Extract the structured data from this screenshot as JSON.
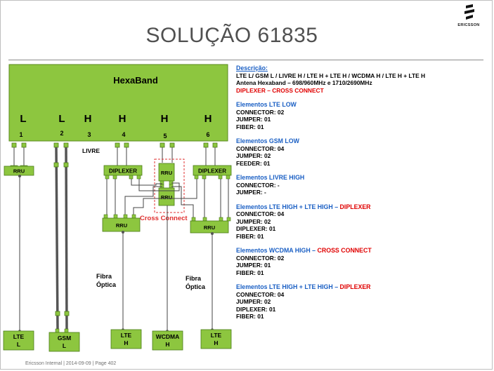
{
  "slide": {
    "title": "SOLUÇÃO 61835",
    "brand": "ERICSSON",
    "footer": "Ericsson Internal  |  2014-09-09  |  Page 402"
  },
  "diagram": {
    "antenna_label": "HexaBand",
    "ports": [
      {
        "band": "L",
        "num": "1"
      },
      {
        "band": "L",
        "num": "2"
      },
      {
        "band": "H",
        "num": "3"
      },
      {
        "band": "H",
        "num": "4"
      },
      {
        "band": "H",
        "num": "5"
      },
      {
        "band": "H",
        "num": "6"
      }
    ],
    "livre": "LIVRE",
    "rru": "RRU",
    "diplexer": "DIPLEXER",
    "cross_connect": "Cross Connect",
    "fiber_label_line1": "Fibra",
    "fiber_label_line2": "Óptica",
    "endpoints": [
      {
        "line1": "LTE",
        "line2": "L"
      },
      {
        "line1": "GSM",
        "line2": "L"
      },
      {
        "line1": "LTE",
        "line2": "H"
      },
      {
        "line1": "WCDMA",
        "line2": "H"
      },
      {
        "line1": "LTE",
        "line2": "H"
      }
    ],
    "colors": {
      "box_fill": "#8dc63f",
      "box_stroke": "#5a8a1e",
      "dashed": "#e03030"
    }
  },
  "panel": {
    "description": {
      "heading": "Descrição:",
      "line1": "LTE L/ GSM L / LIVRE H / LTE H + LTE H / WCDMA H / LTE H + LTE H",
      "line2": "Antena Hexaband – 698/960MHz  e  1710/2690MHz",
      "line3": "DIPLEXER – CROSS CONNECT"
    },
    "sections": [
      {
        "heading": "Elementos LTE LOW",
        "suffix": "",
        "items": [
          "CONNECTOR: 02",
          "JUMPER: 01",
          "FIBER: 01"
        ]
      },
      {
        "heading": "Elementos GSM LOW",
        "suffix": "",
        "items": [
          "CONNECTOR: 04",
          "JUMPER: 02",
          "FEEDER: 01"
        ]
      },
      {
        "heading": "Elementos LIVRE HIGH",
        "suffix": "",
        "items": [
          "CONNECTOR: -",
          "JUMPER: -"
        ]
      },
      {
        "heading": "Elementos LTE HIGH + LTE HIGH – ",
        "suffix": "DIPLEXER",
        "items": [
          "CONNECTOR: 04",
          "JUMPER: 02",
          "DIPLEXER: 01",
          "FIBER: 01"
        ]
      },
      {
        "heading": "Elementos WCDMA HIGH – ",
        "suffix": "CROSS CONNECT",
        "items": [
          "CONNECTOR: 02",
          "JUMPER: 01",
          "FIBER: 01"
        ]
      },
      {
        "heading": "Elementos LTE HIGH + LTE HIGH – ",
        "suffix": "DIPLEXER",
        "items": [
          "CONNECTOR: 04",
          "JUMPER: 02",
          "DIPLEXER: 01",
          "FIBER: 01"
        ]
      }
    ]
  }
}
